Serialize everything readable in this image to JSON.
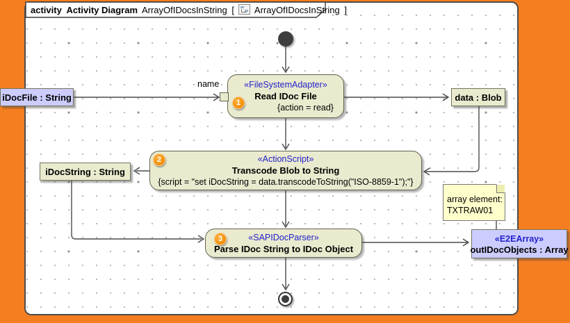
{
  "colors": {
    "canvas_orange": "#F57E20",
    "node_fill": "#EAEACF",
    "node_border": "#62624F",
    "object_lavender": "#CCCCFF",
    "note_yellow": "#FFFFCC",
    "stereotype_blue": "#2222CC",
    "badge_orange": "#F28C00",
    "edge_gray": "#4A4A4A"
  },
  "frame_title": {
    "keyword": "activity",
    "diagram_type": "Activity Diagram",
    "diagram_name": "ArrayOfIDocsInString",
    "bracket_open": "[",
    "context_name": "ArrayOfIDocsInString",
    "bracket_close": "]"
  },
  "nodes": {
    "read_idoc_file": {
      "stereotype": "«FileSystemAdapter»",
      "name": "Read IDoc File",
      "constraint": "{action = read}",
      "badge": "1"
    },
    "transcode_blob": {
      "stereotype": "«ActionScript»",
      "name": "Transcode Blob to String",
      "constraint": "{script = \"set iDocString = data.transcodeToString(\"ISO-8859-1\");\"}",
      "badge": "2"
    },
    "parse_idoc": {
      "stereotype": "«SAPIDocParser»",
      "name": "Parse IDoc String to IDoc Object",
      "badge": "3"
    }
  },
  "objects": {
    "idoc_file": {
      "label": "iDocFile : String"
    },
    "data_blob": {
      "label": "data : Blob"
    },
    "idoc_string": {
      "label": "iDocString : String"
    },
    "out_idoc_objects": {
      "stereotype": "«E2EArray»",
      "label": "outIDocObjects : Array"
    }
  },
  "note": {
    "text_line1": "array element:",
    "text_line2": "TXTRAW01"
  },
  "edge_labels": {
    "pin_name": "name"
  }
}
